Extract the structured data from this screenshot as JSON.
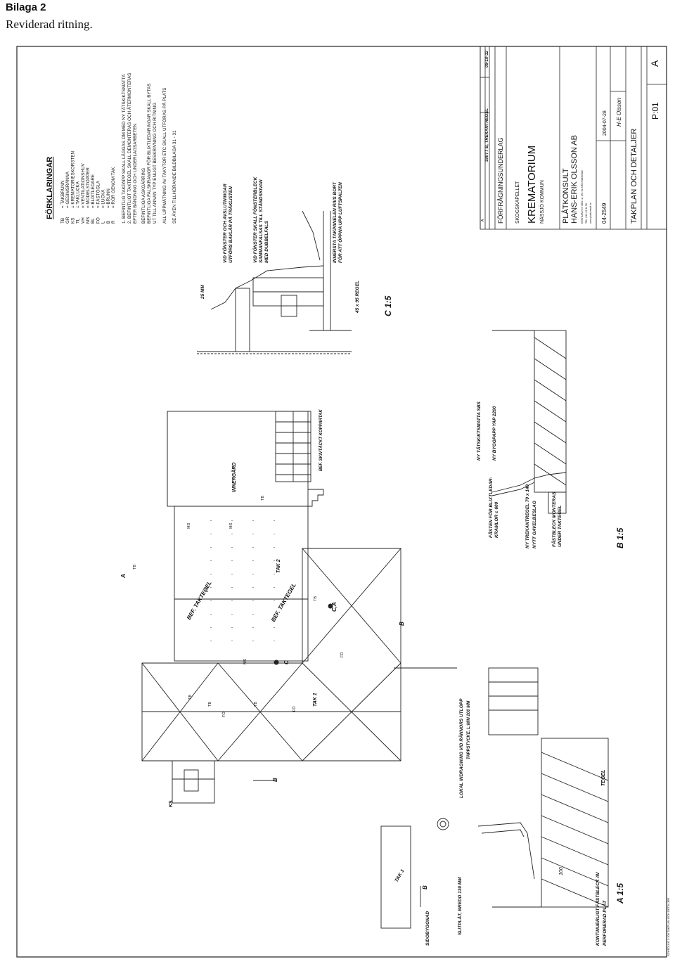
{
  "header": {
    "title": "Bilaga 2",
    "subtitle": "Reviderad ritning."
  },
  "legend": {
    "title": "FÖRKLARINGAR",
    "items": [
      {
        "code": "TB",
        "text": "= TAKBRUNN"
      },
      {
        "code": "GR",
        "text": "= GESIMSRÄNNA"
      },
      {
        "code": "KS",
        "text": "= KREMATORIESKORSTEN"
      },
      {
        "code": "TL",
        "text": "= TAKLUCKA"
      },
      {
        "code": "VH",
        "text": "= VENTILATIONSHUV"
      },
      {
        "code": "MS",
        "text": "= MODELSTOPPER"
      },
      {
        "code": "BL",
        "text": "= BLIXTLEDARE"
      },
      {
        "code": "FÖ",
        "text": "= FÄSTÖGLA"
      },
      {
        "code": "L",
        "text": "= LUCKA"
      },
      {
        "code": "B",
        "text": "= BRUNN"
      },
      {
        "code": "R",
        "text": "= RÖR GENOM TAK"
      }
    ],
    "notes": [
      "1. BEFINTLIG TAKPAPP SKALL LÄGGAS OM MED NY TÄTSKIKTSMATTA",
      "2. BEFINTLIGT TAKTEGEL SKALL DEMONTERAS OCH ÅTERMONTERAS",
      "EFTER BÄNDNING OCH UNDERLAGSARBETEN",
      "BEFINTLIGA ASKGÄRRINS",
      "BEFINTLIGA FALSKRAMOR FÖR BLIXTLEDARINGAR SKALL BYTAS",
      "UT TILL ANNAN TYP ENLIGT BESKRIVNING OCH RITNING",
      "ALL UPPMÄTNING AV TAKYTOR ETC SKALL UTFÖRAS PÅ PLATS",
      "SE ÄVEN TILLHÖRANDE BILDBILAGA 31 - 31"
    ]
  },
  "plan": {
    "labels": {
      "innergard": "INNERGÅRD",
      "bef_taktegel_1": "BEF. TAKTEGEL",
      "bef_taktegel_2": "BEF. TAKTEGEL",
      "tak1": "TAK 1",
      "tak2": "TAK 2",
      "tak1_small": "TAK 1",
      "tb": "TB",
      "fo": "FÖ",
      "ms": "MS",
      "ks": "KS",
      "sign_b": "B",
      "sign_c": "C",
      "sign_a": "A",
      "sign_ca": "C,A",
      "skivtackt": "BEF. SKIVTÄCKT KOPPARTAK",
      "tappstycke": "TAPPSTYCKE, L:MIN 200 MM",
      "lokal": "LOKAL INDRAGNING VID RÄNNORS UTLOPP",
      "sidobyggnad": "SIDOBYGGNAD",
      "slitplat": "SLITPLÅT, BREDD 130 MM",
      "kontinuerligt": "KONTINUERLIGT FÄSTBLECK AV",
      "perforerad": "PERFORERAD PLÅT",
      "tegel": "TEGEL"
    }
  },
  "details": {
    "c": {
      "scale": "C  1:5",
      "notes": [
        "VID FÖNSTER OCH AVSLUTNINGAR",
        "UTFÖRS BAVLÄR PÅ TRÄKLISTEN",
        "VID FÖNSTER SKALL FÖNSTERBLECK",
        "SAMMANFALSAS TILL STÅNDSKIVAN",
        "MED DUBBELFALS",
        "INNERSTA TAKPANELEN RIVS BORT",
        "FÖR ATT ÖPPNA UPP LUFTSPALTEN",
        "45 x 95 REGEL",
        "25 MM"
      ]
    },
    "b": {
      "scale": "B  1:5",
      "notes": [
        "NY TÄTSKIKTSMATTA SBS",
        "NY BYGGPAPP YAP 2200",
        "FÄSTEN FÖR BLIXTLEDAR-",
        "KRAMLOR c 600",
        "NY TREKANTREGEL 70 x 140",
        "NYTT GAVELBESLAG",
        "FÄSTBLECK MONTERAS",
        "UNDER TAKTEGEL"
      ]
    },
    "a": {
      "scale": "A  1:5",
      "dim": "100"
    }
  },
  "titleblock": {
    "revision": "SNITT B, TREKANTREGEL",
    "rev_date": "09-10-12",
    "rev_code": "A",
    "purpose": "FÖRFRÅGNINGSUNDERLAG",
    "project_small": "SKOGSKAPELLET",
    "project": "KREMATORIUM",
    "client": "NÄSSJÖ KOMMUN",
    "consultant": "PLÅTKONSULT",
    "company": "HANS-ERIK OLSSON AB",
    "address": "KRISTIAN IV:S VÄG 12, 291 61 KRISTIANSTAD",
    "phone": "TEL: 044-12 34 56",
    "web": "www.platkonsult.se",
    "job_no": "04-2549",
    "date": "2004-07-28",
    "drawn": "H-E Olsson",
    "title": "TAKPLAN OCH DETALJER",
    "drawing_no": "P:01",
    "rev_letter": "A",
    "scale_note": "SCHEDULE 1:100  TAKPLAN OCH DETALJER"
  }
}
